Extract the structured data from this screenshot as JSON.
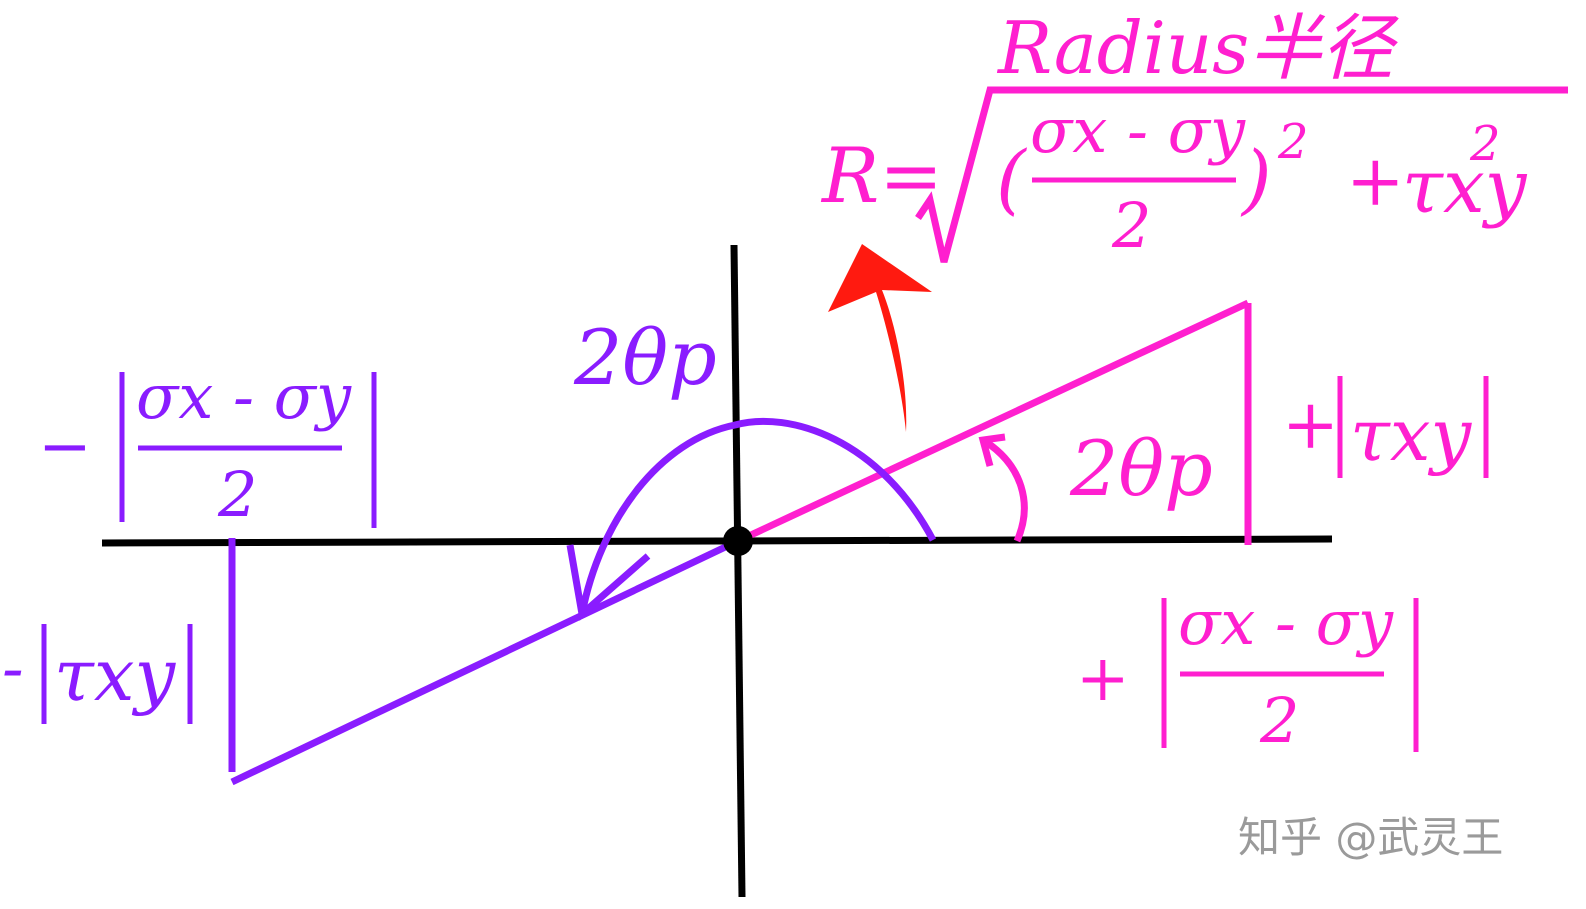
{
  "colors": {
    "pink": "#ff1fcf",
    "violet": "#8a1cff",
    "axis": "#000000",
    "arrow": "#ff1a10",
    "watermark": "#9a9a9a"
  },
  "radius": {
    "title": "Radius半径",
    "lhs": "R=",
    "open_paren": "(",
    "close_paren": ")",
    "numerator": "σx - σy",
    "denominator": "2",
    "power": "2",
    "plus": "+",
    "tau": "τxy",
    "tau_power": "2"
  },
  "violet_angle": "2θp",
  "pink_angle": "2θp",
  "left_normal": {
    "sign": "−",
    "numerator": "σx - σy",
    "denominator": "2"
  },
  "left_shear": {
    "sign": "-",
    "value": "τxy"
  },
  "right_shear": {
    "sign": "+",
    "value": "τxy"
  },
  "right_normal": {
    "sign": "+",
    "numerator": "σx - σy",
    "denominator": "2"
  },
  "watermark": "知乎 @武灵王"
}
